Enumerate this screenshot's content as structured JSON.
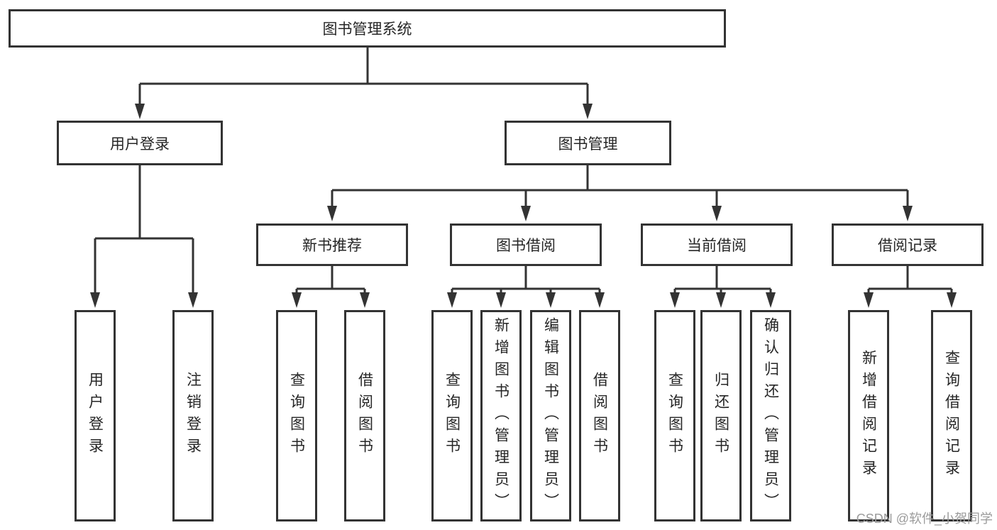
{
  "diagram": {
    "title": "图书管理系统",
    "watermark": "CSDN @软件_小贺同学",
    "colors": {
      "line": "#333333",
      "box_border": "#333333",
      "text": "#262626",
      "watermark": "#9b9b9b",
      "background": "#ffffff"
    },
    "level2": [
      {
        "label": "用户登录"
      },
      {
        "label": "图书管理"
      }
    ],
    "level3": [
      {
        "label": "新书推荐"
      },
      {
        "label": "图书借阅"
      },
      {
        "label": "当前借阅"
      },
      {
        "label": "借阅记录"
      }
    ],
    "leaves": [
      {
        "label": "用户登录"
      },
      {
        "label": "注销登录"
      },
      {
        "label": "查询图书"
      },
      {
        "label": "借阅图书"
      },
      {
        "label": "查询图书"
      },
      {
        "label": "新增图书（管理员）"
      },
      {
        "label": "编辑图书（管理员）"
      },
      {
        "label": "借阅图书"
      },
      {
        "label": "查询图书"
      },
      {
        "label": "归还图书"
      },
      {
        "label": "确认归还（管理员）"
      },
      {
        "label": "新增借阅记录"
      },
      {
        "label": "查询借阅记录"
      }
    ]
  }
}
